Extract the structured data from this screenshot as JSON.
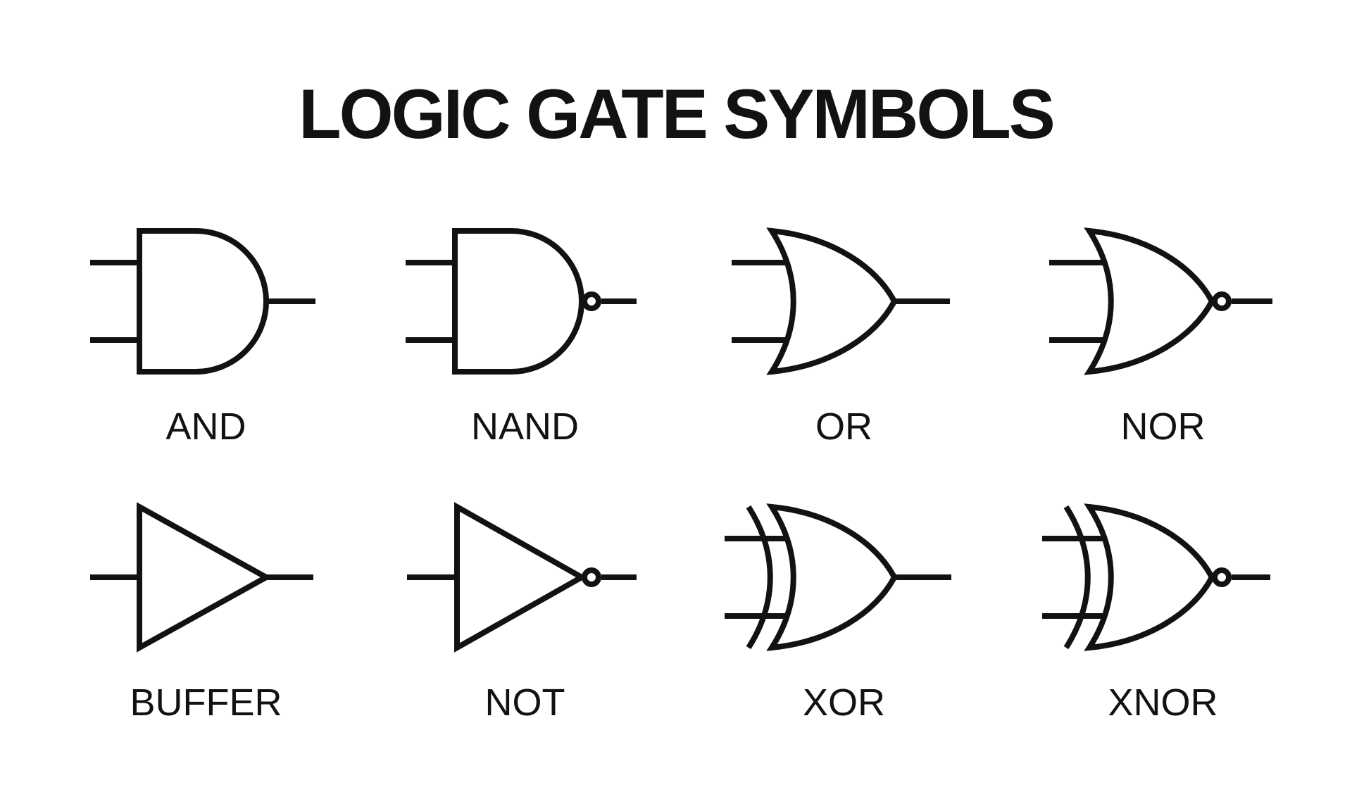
{
  "title": "LOGIC GATE SYMBOLS",
  "colors": {
    "background": "#ffffff",
    "ink": "#121212"
  },
  "gates": {
    "rows": [
      [
        {
          "id": "and",
          "label": "AND"
        },
        {
          "id": "nand",
          "label": "NAND"
        },
        {
          "id": "or",
          "label": "OR"
        },
        {
          "id": "nor",
          "label": "NOR"
        }
      ],
      [
        {
          "id": "buffer",
          "label": "BUFFER"
        },
        {
          "id": "not",
          "label": "NOT"
        },
        {
          "id": "xor",
          "label": "XOR"
        },
        {
          "id": "xnor",
          "label": "XNOR"
        }
      ]
    ]
  }
}
